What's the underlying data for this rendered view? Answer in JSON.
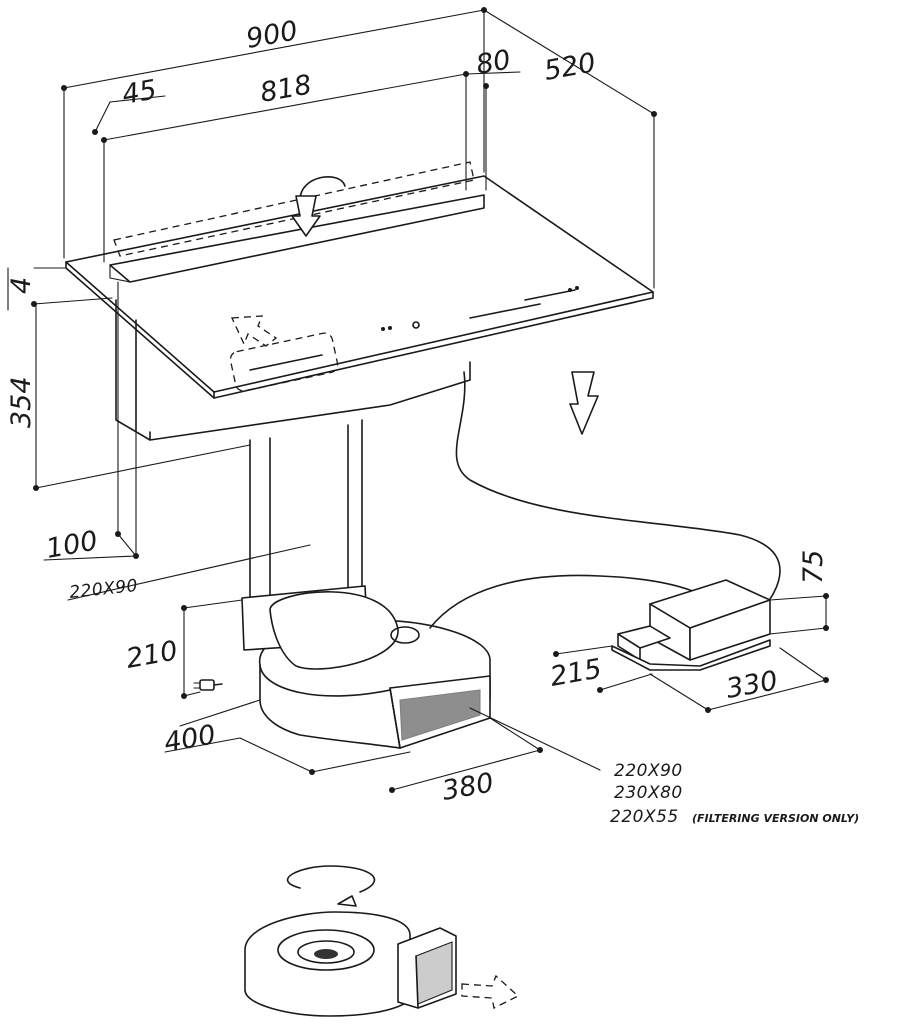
{
  "dimensions": {
    "total_width": "900",
    "depth": "520",
    "inner_width": "818",
    "left_offset": "45",
    "right_offset": "80",
    "glass_thickness": "4",
    "body_height": "354",
    "front_offset": "100",
    "duct_size": "220X90",
    "fan_height": "210",
    "fan_width": "400",
    "fan_depth": "380",
    "box_height": "75",
    "box_width": "215",
    "box_depth": "330"
  },
  "outlet_sizes": {
    "line1": "220X90",
    "line2": "230X80",
    "line3_size": "220X55",
    "line3_note": "(FILTERING VERSION ONLY)"
  },
  "icons": [
    "rotate-arrow-icon",
    "down-arrow-icon",
    "airflow-arrow-icon",
    "power-plug-icon"
  ]
}
